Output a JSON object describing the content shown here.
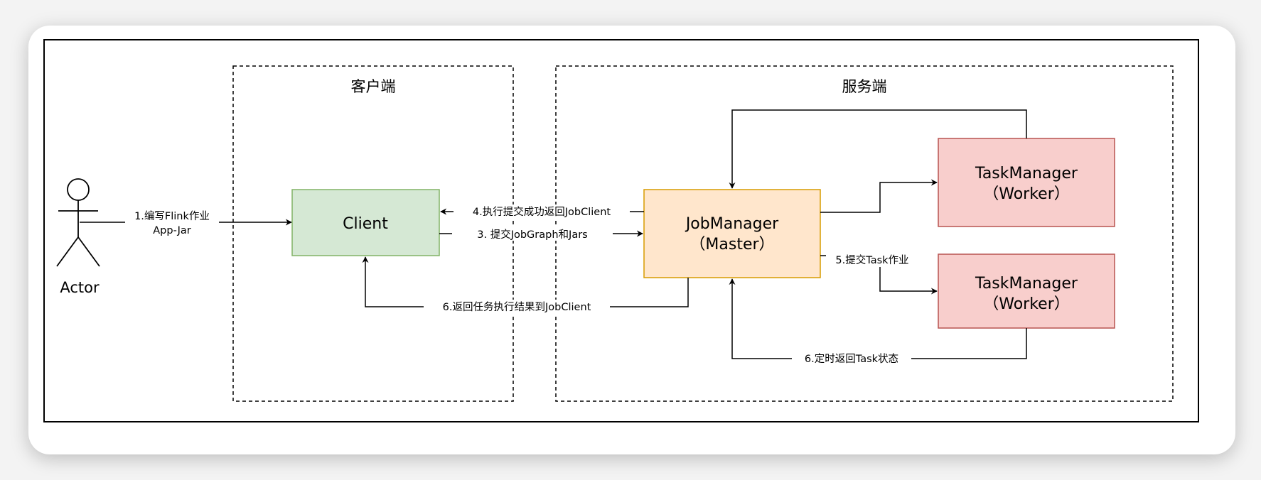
{
  "diagram": {
    "client_group": {
      "title": "客户端"
    },
    "server_group": {
      "title": "服务端"
    },
    "actor": {
      "label": "Actor"
    },
    "nodes": {
      "client": {
        "label": "Client",
        "fill": "#d5e8d4",
        "stroke": "#82b366"
      },
      "jobmanager": {
        "line1": "JobManager",
        "line2": "（Master）",
        "fill": "#ffe6cc",
        "stroke": "#d79b00"
      },
      "taskmanager_1": {
        "line1": "TaskManager",
        "line2": "（Worker）",
        "fill": "#f8cecc",
        "stroke": "#b85450"
      },
      "taskmanager_2": {
        "line1": "TaskManager",
        "line2": "（Worker）",
        "fill": "#f8cecc",
        "stroke": "#b85450"
      }
    },
    "edges": {
      "write_job_line1": "1.编写Flink作业",
      "write_job_line2": "App-Jar",
      "submit_success": "4.执行提交成功返回JobClient",
      "submit_jobgraph": "3. 提交JobGraph和Jars",
      "return_result": "6.返回任务执行结果到JobClient",
      "submit_task": "5.提交Task作业",
      "task_status": "6.定时返回Task状态"
    }
  }
}
